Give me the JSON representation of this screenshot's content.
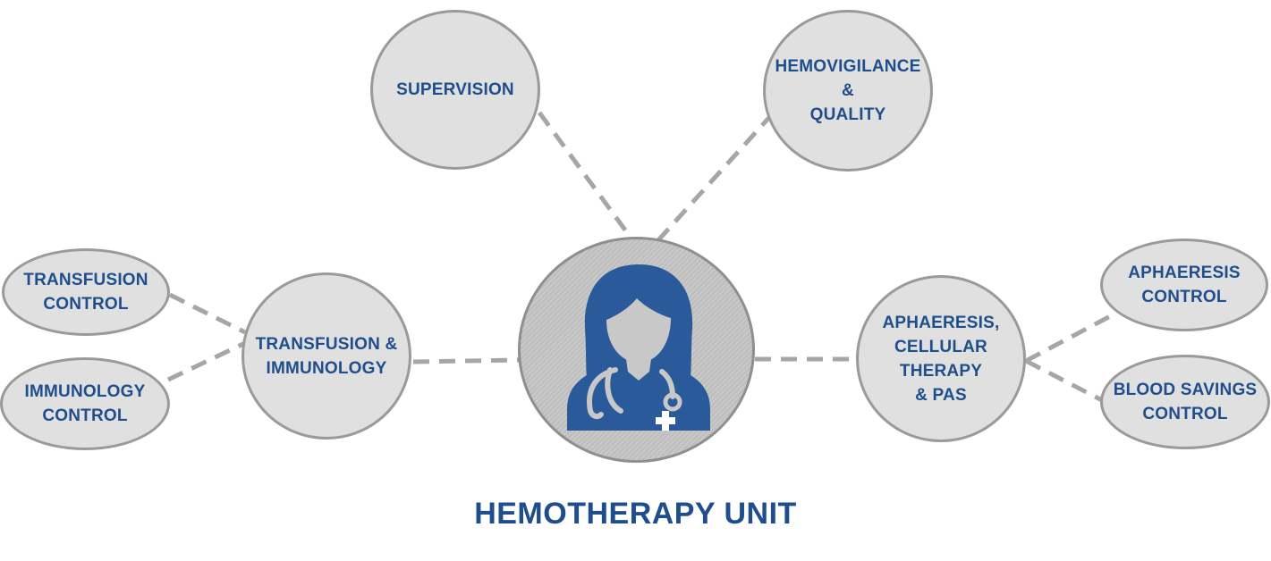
{
  "diagram": {
    "title": "HEMOTHERAPY UNIT",
    "center": {
      "icon": "doctor-icon"
    },
    "nodes": {
      "supervision": {
        "lines": [
          "SUPERVISION"
        ]
      },
      "hemovigilance_quality": {
        "lines": [
          "HEMOVIGILANCE",
          "&",
          "QUALITY"
        ]
      },
      "transfusion_immunology": {
        "lines": [
          "TRANSFUSION &",
          "IMMUNOLOGY"
        ]
      },
      "transfusion_control": {
        "lines": [
          "TRANSFUSION",
          "CONTROL"
        ]
      },
      "immunology_control": {
        "lines": [
          "IMMUNOLOGY",
          "CONTROL"
        ]
      },
      "aphaeresis_cellular_therapy_pas": {
        "lines": [
          "APHAERESIS,",
          "CELLULAR",
          "THERAPY",
          "& PAS"
        ]
      },
      "aphaeresis_control": {
        "lines": [
          "APHAERESIS",
          "CONTROL"
        ]
      },
      "blood_savings_control": {
        "lines": [
          "BLOOD SAVINGS",
          "CONTROL"
        ]
      }
    },
    "connections": [
      [
        "center",
        "supervision"
      ],
      [
        "center",
        "hemovigilance_quality"
      ],
      [
        "center",
        "transfusion_immunology"
      ],
      [
        "center",
        "aphaeresis_cellular_therapy_pas"
      ],
      [
        "transfusion_immunology",
        "transfusion_control"
      ],
      [
        "transfusion_immunology",
        "immunology_control"
      ],
      [
        "aphaeresis_cellular_therapy_pas",
        "aphaeresis_control"
      ],
      [
        "aphaeresis_cellular_therapy_pas",
        "blood_savings_control"
      ]
    ],
    "colors": {
      "text": "#1f4e8c",
      "icon": "#2a5a9a",
      "node_fill": "#e0e0e0",
      "node_border": "#9a9a9a",
      "connector": "#a6a6a6"
    }
  }
}
